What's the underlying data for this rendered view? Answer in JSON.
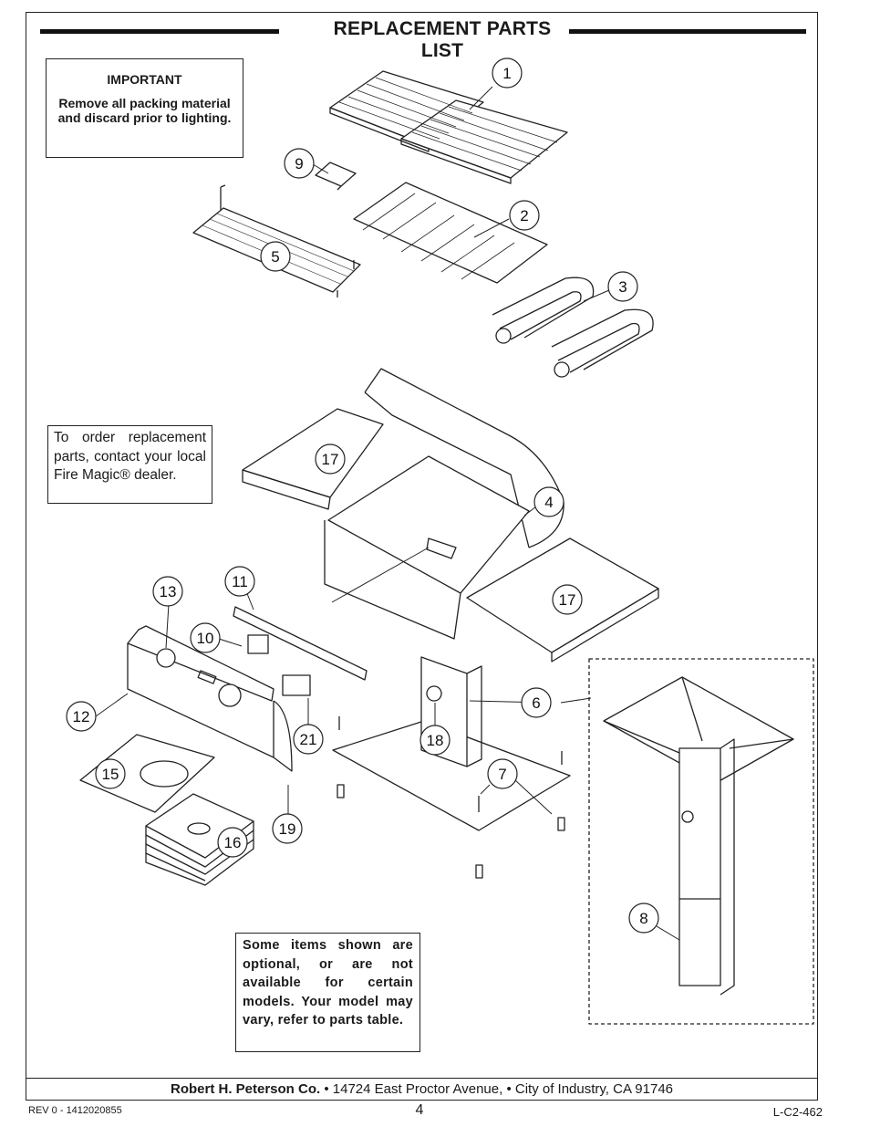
{
  "page": {
    "title": "REPLACEMENT PARTS LIST",
    "important_heading": "IMPORTANT",
    "important_body": "Remove all packing material and  discard prior to lighting.",
    "order_note": "To order replacement parts, contact your local Fire Magic® dealer.",
    "optional_note": "Some items shown are optional, or are not available for certain models. Your model may vary, refer to parts table.",
    "company_name": "Robert H. Peterson Co.",
    "company_address": " • 14724 East Proctor Avenue, • City of Industry, CA 91746",
    "revision": "REV 0 - 1412020855",
    "page_number": "4",
    "doc_code": "L-C2-462"
  },
  "callouts": {
    "c1": "1",
    "c2": "2",
    "c3": "3",
    "c4": "4",
    "c5": "5",
    "c6": "6",
    "c7": "7",
    "c8": "8",
    "c9": "9",
    "c10": "10",
    "c11": "11",
    "c12": "12",
    "c13": "13",
    "c15": "15",
    "c16": "16",
    "c17a": "17",
    "c17b": "17",
    "c18": "18",
    "c19": "19",
    "c21": "21"
  },
  "icons": {
    "drawing": "exploded-grill-diagram",
    "bullet": "bullet-dot"
  }
}
